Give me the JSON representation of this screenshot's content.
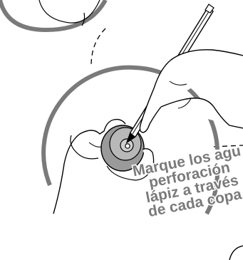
{
  "instruction": {
    "line1": "Marque los agu",
    "line2": "perforación",
    "line3": "lápiz a través",
    "line4": "de cada copa"
  },
  "colors": {
    "outline": "#000000",
    "circle_stroke": "#7a7a7a",
    "cup_fill": "#8c8c8c",
    "caption_text": "#7a7a7a"
  }
}
